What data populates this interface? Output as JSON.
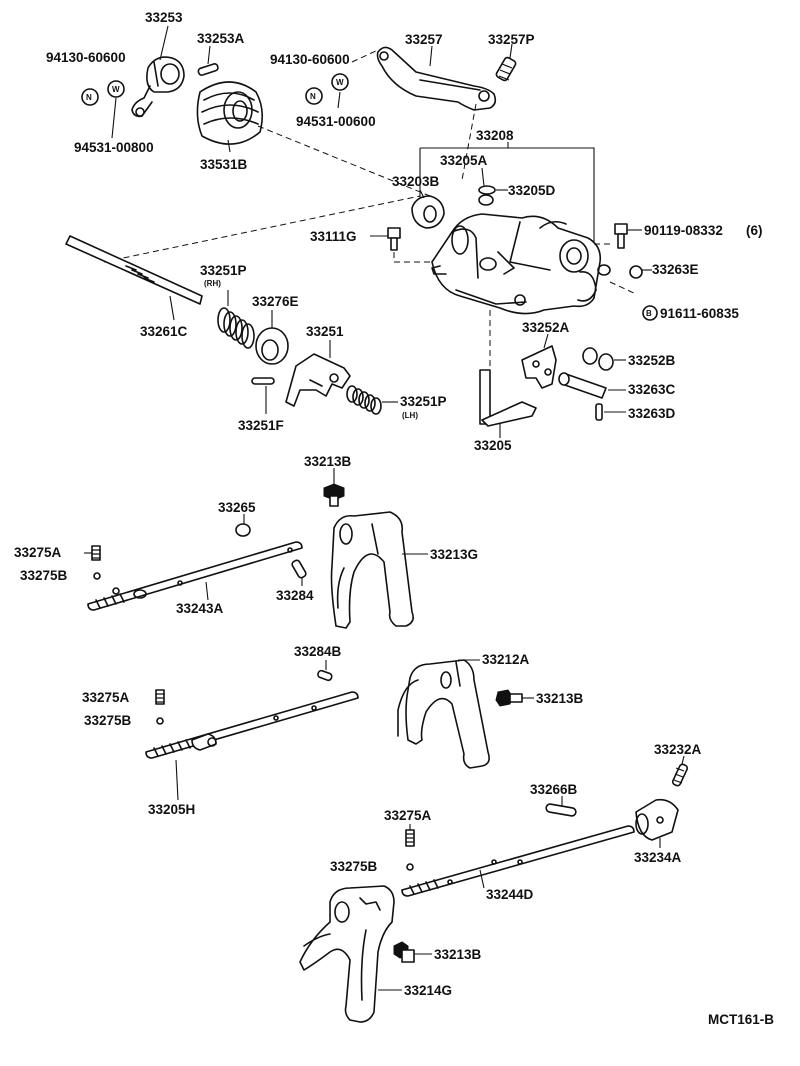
{
  "diagram": {
    "code": "MCT161-B",
    "labels": {
      "p33253": "33253",
      "p33253A": "33253A",
      "p94130_left": "94130-60600",
      "p94531_left": "94531-00800",
      "p33531B": "33531B",
      "p94130_right": "94130-60600",
      "p94531_right": "94531-00600",
      "p33257": "33257",
      "p33257P": "33257P",
      "p33208": "33208",
      "p33205A": "33205A",
      "p33205D": "33205D",
      "p33203B": "33203B",
      "p33111G": "33111G",
      "p90119": "90119-08332",
      "p90119_qty": "(6)",
      "p33263E": "33263E",
      "p91611": "91611-60835",
      "p33251P_rh": "33251P",
      "rh": "(RH)",
      "p33276E": "33276E",
      "p33261C": "33261C",
      "p33251": "33251",
      "p33252A": "33252A",
      "p33252B": "33252B",
      "p33263C": "33263C",
      "p33263D": "33263D",
      "p33251P_lh": "33251P",
      "lh": "(LH)",
      "p33251F": "33251F",
      "p33205": "33205",
      "p33213B_top": "33213B",
      "p33265": "33265",
      "p33275A_1": "33275A",
      "p33275B_1": "33275B",
      "p33213G": "33213G",
      "p33243A": "33243A",
      "p33284": "33284",
      "p33284B": "33284B",
      "p33212A": "33212A",
      "p33275A_2": "33275A",
      "p33213B_mid": "33213B",
      "p33275B_2": "33275B",
      "p33205H": "33205H",
      "p33232A": "33232A",
      "p33266B": "33266B",
      "p33275A_3": "33275A",
      "p33234A": "33234A",
      "p33275B_3": "33275B",
      "p33244D": "33244D",
      "p33213B_bot": "33213B",
      "p33214G": "33214G"
    },
    "symbols": {
      "n_left": "N",
      "w_left": "W",
      "n_right": "N",
      "w_right": "W",
      "b_symbol": "B"
    }
  }
}
